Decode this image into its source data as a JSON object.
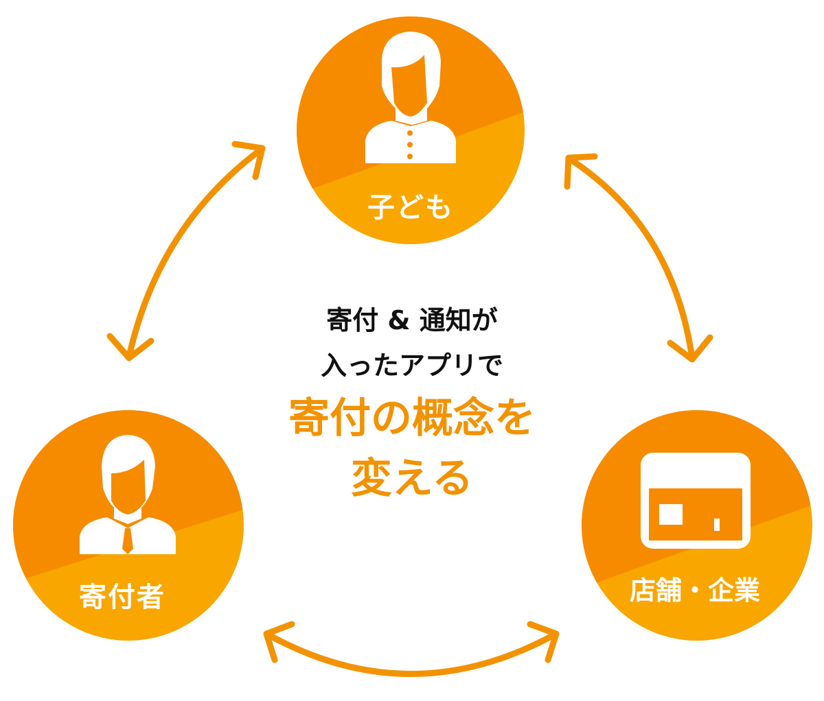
{
  "nodes": {
    "child": {
      "label": "子ども",
      "icon": "child-person-icon"
    },
    "donor": {
      "label": "寄付者",
      "icon": "businessman-icon"
    },
    "store": {
      "label": "店舗・企業",
      "icon": "storefront-icon"
    }
  },
  "center": {
    "line1": "寄付 & 通知が",
    "line2": "入ったアプリで",
    "line3": "寄付の概念を",
    "line4": "変える"
  },
  "colors": {
    "dark_orange": "#F68B00",
    "light_orange": "#F9A600",
    "arrow": "#F39200"
  }
}
